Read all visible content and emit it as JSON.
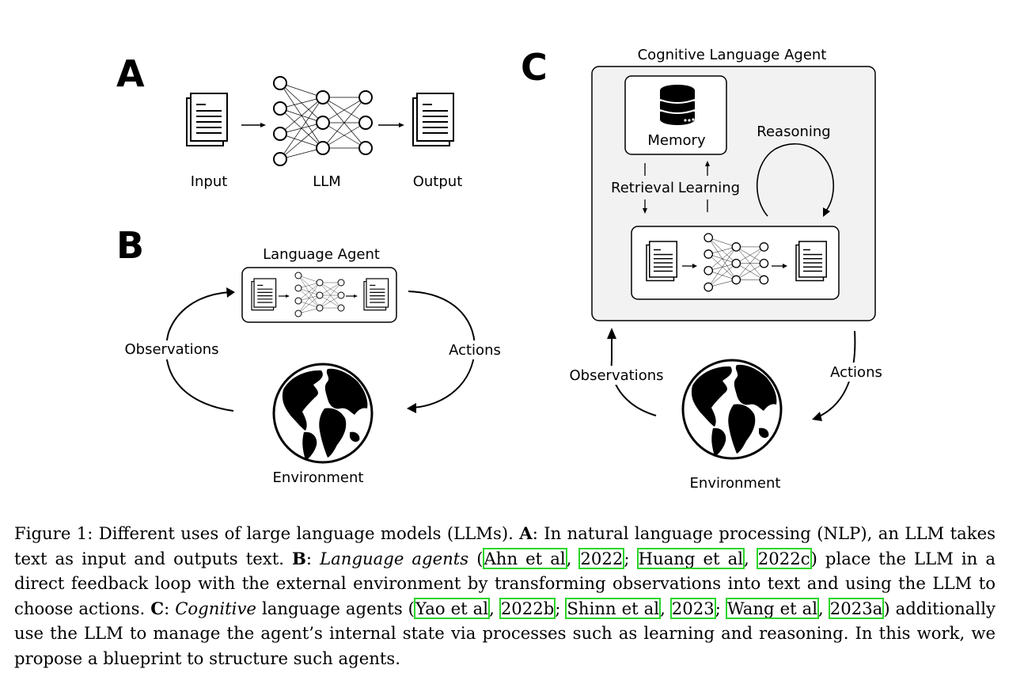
{
  "panels": {
    "a": {
      "letter": "A",
      "input_label": "Input",
      "llm_label": "LLM",
      "output_label": "Output"
    },
    "b": {
      "letter": "B",
      "agent_title": "Language Agent",
      "observations_label": "Observations",
      "actions_label": "Actions",
      "environment_label": "Environment"
    },
    "c": {
      "letter": "C",
      "agent_title": "Cognitive Language Agent",
      "memory_label": "Memory",
      "retrieval_label": "Retrieval",
      "learning_label": "Learning",
      "reasoning_label": "Reasoning",
      "observations_label": "Observations",
      "actions_label": "Actions",
      "environment_label": "Environment"
    }
  },
  "caption": {
    "figure_label": "Figure 1:",
    "s1": " Different uses of large language models (LLMs). ",
    "a_bold": "A",
    "s2": ": In natural language processing (NLP), an LLM takes text as input and outputs text. ",
    "b_bold": "B",
    "s3": ": ",
    "lang_agents_italic": "Language agents",
    "s4": " (",
    "cite1_author": "Ahn et al",
    "sep1": ", ",
    "cite1_year": "2022",
    "sep2": "; ",
    "cite2_author": "Huang et al",
    "sep3": ", ",
    "cite2_year": "2022c",
    "s5": ") place the LLM in a direct feedback loop with the external environment by transforming observations into text and using the LLM to choose actions. ",
    "c_bold": "C",
    "s6": ": ",
    "cognitive_italic": "Cognitive",
    "s7": " language agents (",
    "cite3_author": "Yao et al",
    "sep4": ", ",
    "cite3_year": "2022b",
    "sep5": "; ",
    "cite4_author": "Shinn et al",
    "sep6": ", ",
    "cite4_year": "2023",
    "sep7": "; ",
    "cite5_author": "Wang et al",
    "sep8": ", ",
    "cite5_year": "2023a",
    "s8": ") additionally use the LLM to manage the agent’s internal state via processes such as learning and reasoning. In this work, we propose a blueprint to structure such agents."
  },
  "colors": {
    "citation_box": "#2bd62b",
    "agent_panel_fill": "#f2f2f2",
    "ink": "#000000"
  }
}
